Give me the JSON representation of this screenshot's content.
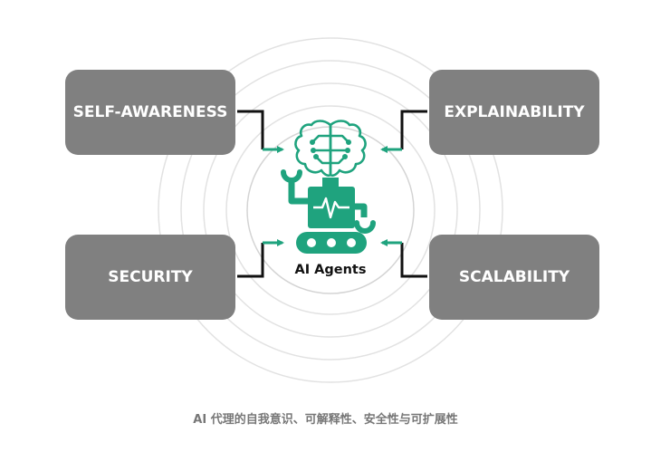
{
  "diagram": {
    "center_label": "AI Agents",
    "boxes": {
      "top_left": "SELF-AWARENESS",
      "top_right": "EXPLAINABILITY",
      "bottom_left": "SECURITY",
      "bottom_right": "SCALABILITY"
    }
  },
  "caption": "AI 代理的自我意识、可解释性、安全性与可扩展性",
  "colors": {
    "box_fill": "#808080",
    "arrow_green": "#1fa37e",
    "connector": "#111111",
    "ring": "#e2e2e2"
  },
  "icons": [
    "brain-circuit-icon",
    "robot-icon"
  ]
}
